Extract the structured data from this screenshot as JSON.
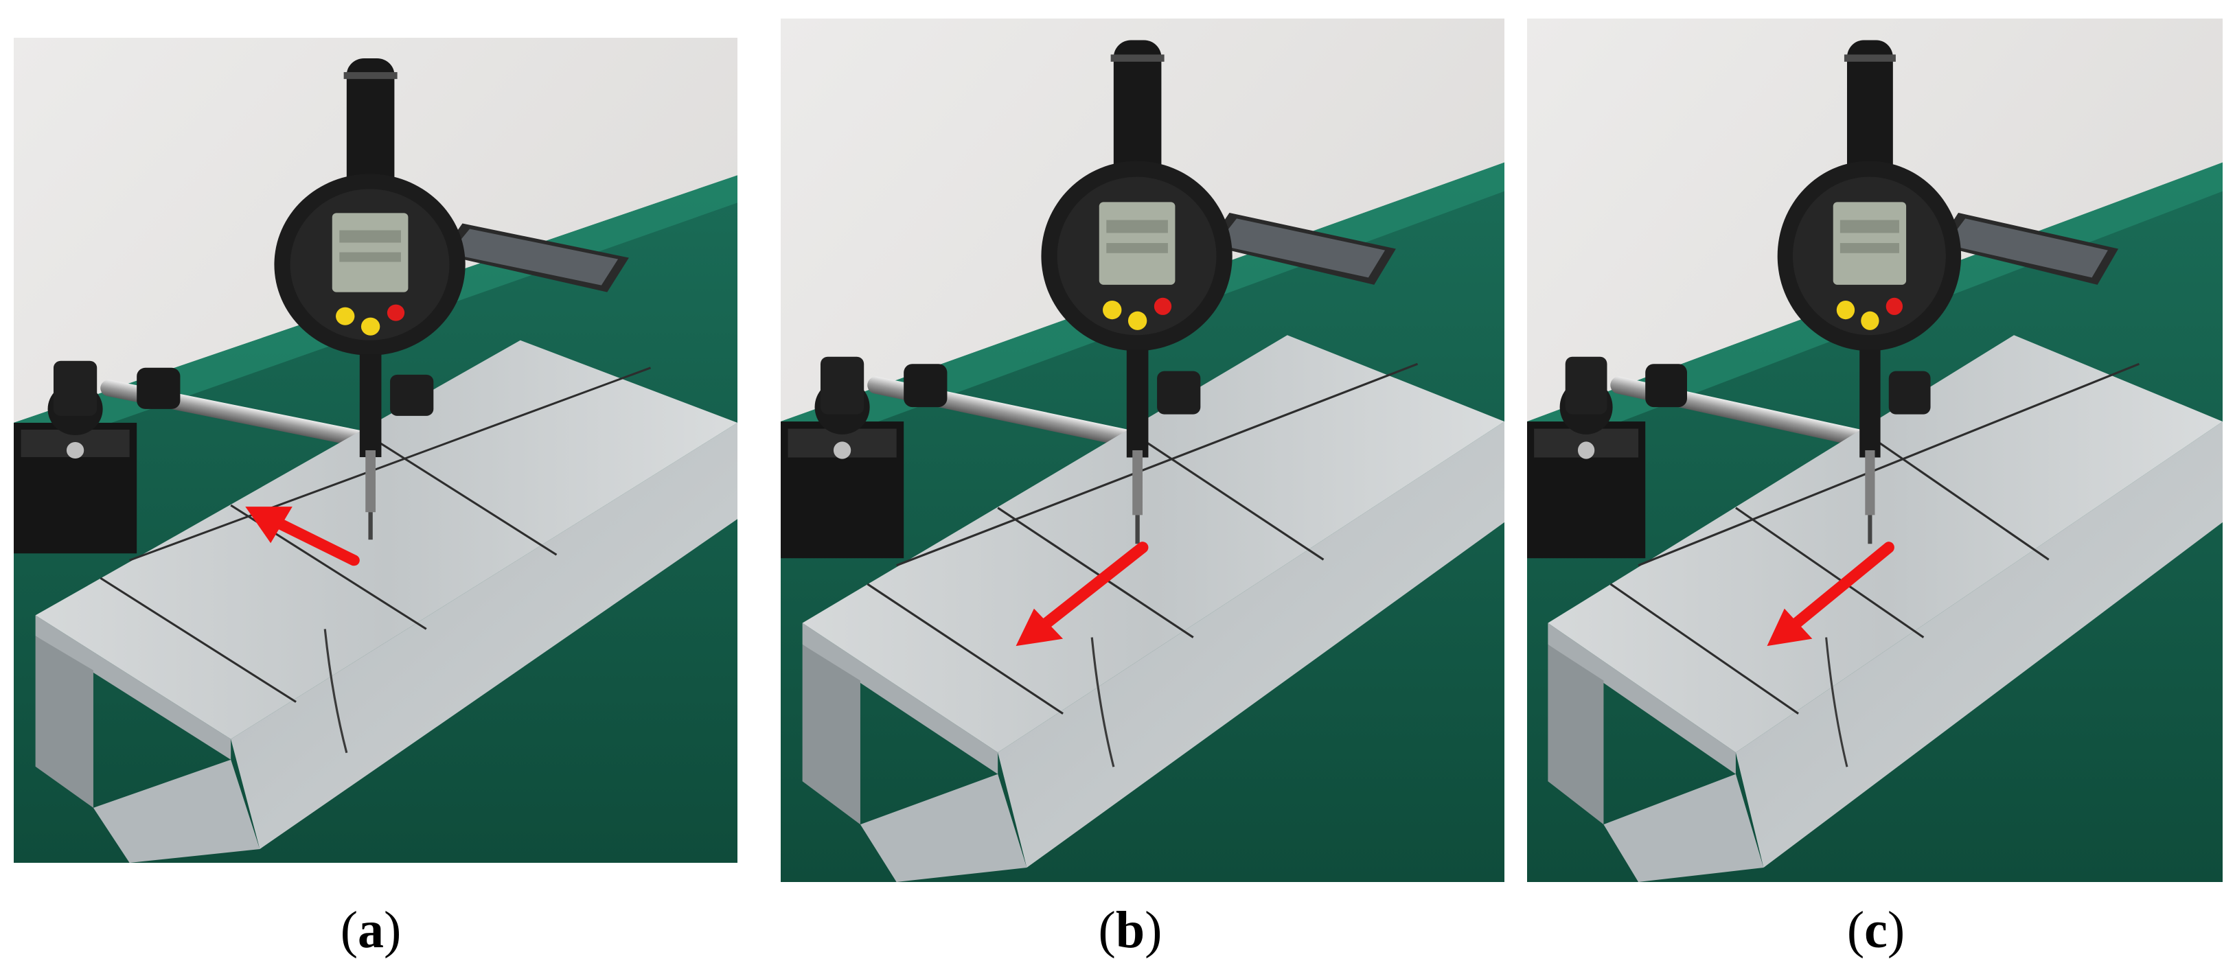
{
  "panels": [
    {
      "id": "a",
      "caption_open": "(",
      "caption_letter": "a",
      "caption_close": ")",
      "arrow_direction": "up-left"
    },
    {
      "id": "b",
      "caption_open": "(",
      "caption_letter": "b",
      "caption_close": ")",
      "arrow_direction": "down-left"
    },
    {
      "id": "c",
      "caption_open": "(",
      "caption_letter": "c",
      "caption_close": ")",
      "arrow_direction": "down-left"
    }
  ],
  "colors": {
    "wall": "#e5e3e1",
    "table": "#1f7a62",
    "table_dark": "#14543f",
    "steel": "#c9cdcf",
    "steel_dark": "#9ea5a8",
    "gauge_body": "#1b1b1b",
    "gauge_screen": "#a9b0a2",
    "arrow": "#f01414"
  },
  "icons": [
    "dial-gauge-icon",
    "magnetic-base-icon",
    "red-arrow-icon",
    "smartphone-icon"
  ]
}
